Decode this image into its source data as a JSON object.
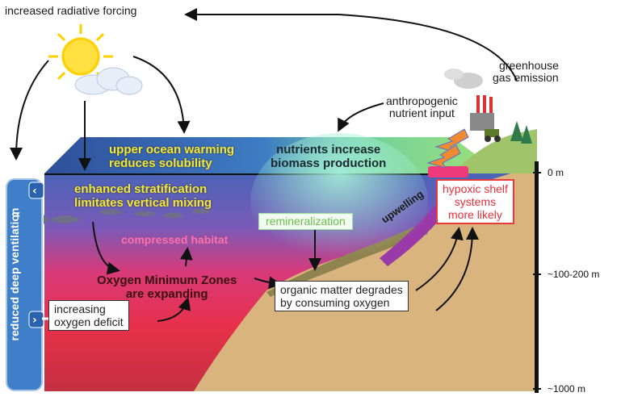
{
  "labels": {
    "radiative_forcing": "increased radiative forcing",
    "greenhouse": [
      "greenhouse",
      "gas emission"
    ],
    "anthropogenic": [
      "anthropogenic",
      "nutrient input"
    ],
    "upper_ocean": [
      "upper ocean warming",
      "reduces solubility"
    ],
    "nutrients": [
      "nutrients increase",
      "biomass production"
    ],
    "stratification": [
      "enhanced stratification",
      "limitates vertical mixing"
    ],
    "remineralization": "remineralization",
    "compressed": "compressed habitat",
    "upwelling": "upwelling",
    "omz": [
      "Oxygen Minimum Zones",
      "are expanding"
    ],
    "hypoxic": [
      "hypoxic shelf",
      "systems",
      "more likely"
    ],
    "organic": [
      "organic matter degrades",
      "by consuming oxygen"
    ],
    "deficit": [
      "increasing",
      "oxygen deficit"
    ],
    "ventilation": "reduced deep ventilation"
  },
  "depths": [
    "0 m",
    "~100-200 m",
    "~1000 m"
  ],
  "colors": {
    "surface_top": "#3a5ea8",
    "surface_mid": "#5aa9d8",
    "coastal_green": "#7ed36a",
    "omz_red": "#e8314a",
    "deep_purple": "#8a3aa8",
    "seafloor": "#d7b27c",
    "hypoxic_border": "#e83a3a",
    "ventilation_bar": "#3f7ec8"
  }
}
